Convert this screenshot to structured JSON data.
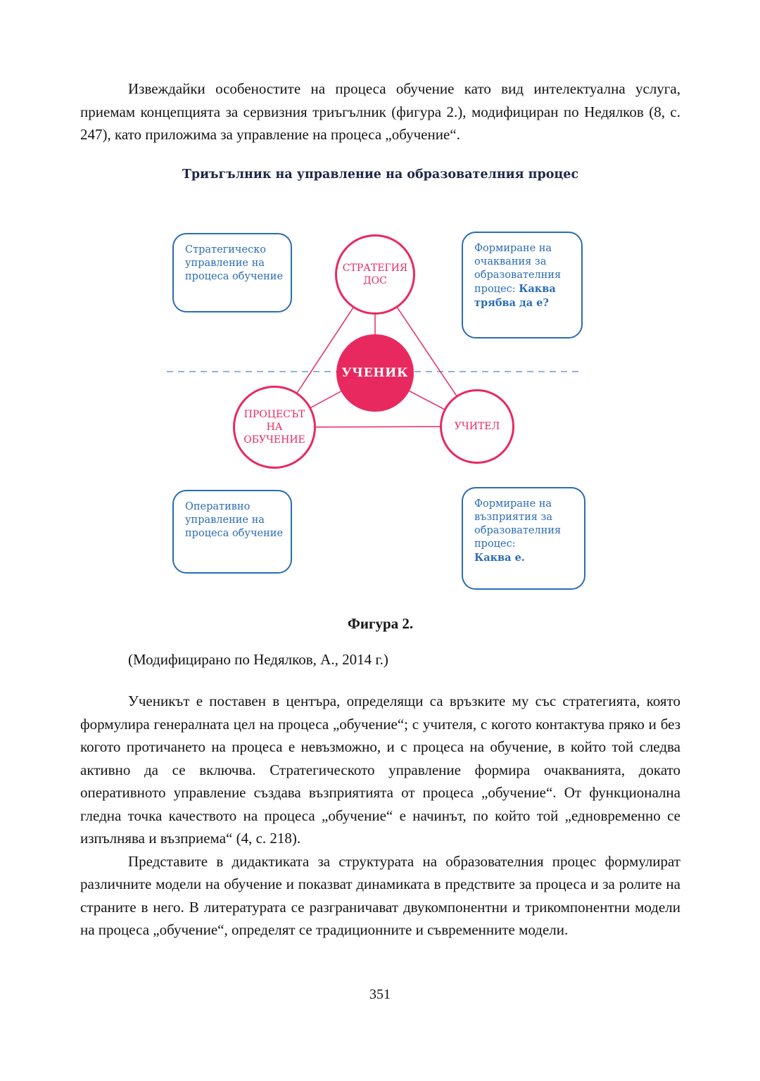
{
  "intro": "Извеждайки особеностите на процеса обучение като вид интелектуална услуга, приемам концепцията за сервизния триъгълник (фигура 2.), модифициран по Недялков (8, с. 247), като приложима за управление на процеса „обучение“.",
  "figure": {
    "title": "Триъгълник на управление на образователния процес",
    "caption": "Фигура 2.",
    "source": "(Модифицирано по Недялков, А., 2014 г.)",
    "box_top_left": "Стратегическо управление на процеса обучение",
    "box_top_right_text": "Формиране на очаквания за образователния процес: ",
    "box_top_right_bold": "Каква трябва да е?",
    "box_bottom_left": "Оперативно управление на процеса обучение",
    "box_bottom_right_text": "Формиране на възприятия за образователния процес: ",
    "box_bottom_right_bold": "Каква е.",
    "circle_top": "СТРАТЕГИЯ ДОС",
    "circle_center": "УЧЕНИК",
    "circle_bottom_left": "ПРОЦЕСЪТ НА ОБУЧЕНИЕ",
    "circle_bottom_right": "УЧИТЕЛ",
    "colors": {
      "accent_blue": "#2b6cb5",
      "accent_pink": "#e8295f",
      "dashed_line": "#6b97d6"
    }
  },
  "paragraphs": [
    "Ученикът е поставен в центъра, определящи са връзките му със стратегията, която формулира генералната цел на процеса „обучение“; с учителя, с когото контактува пряко и без когото протичането на процеса е невъзможно, и с процеса на обучение, в който той следва активно да се включва. Стратегическото управление формира очакванията, докато оперативното управление създава възприятията от процеса „обучение“. От функционална гледна точка качеството на процеса „обучение“ е начинът, по който той „едновременно се изпълнява и възприема“ (4, с. 218).",
    "Представите в дидактиката за структурата на образователния процес формулират различните модели на обучение и показват динамиката в предствите за процеса и за ролите на страните в него. В литературата се разграничават двукомпонентни и трикомпонентни модели на процеса „обучение“, определят се традиционните и съвременните модели."
  ],
  "page_number": "351"
}
